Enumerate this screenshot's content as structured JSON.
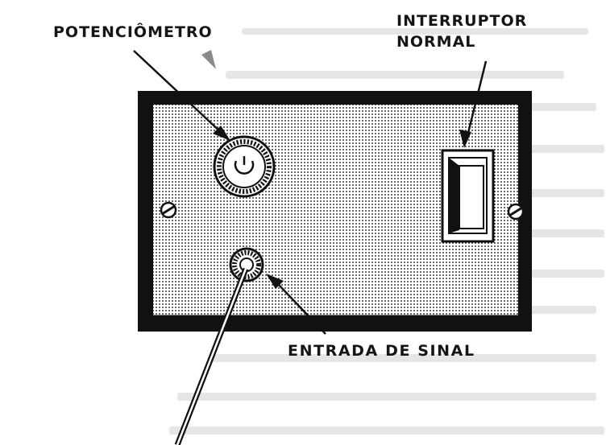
{
  "labels": {
    "potentiometer": "POTENCIÔMETRO",
    "switch_line1": "INTERRUPTOR",
    "switch_line2": "NORMAL",
    "signal_input": "ENTRADA DE SINAL"
  },
  "colors": {
    "ink": "#151515",
    "panel_fill": "#d9d9d9",
    "background_text": "#e4e4e4",
    "paper": "#ffffff"
  }
}
